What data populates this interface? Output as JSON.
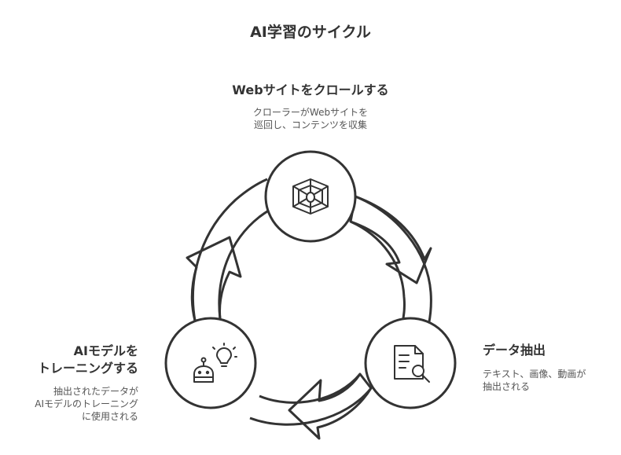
{
  "title": "AI学習のサイクル",
  "steps": [
    {
      "title": [
        "Webサイトをクロールする"
      ],
      "desc": [
        "クローラーがWebサイトを",
        "巡回し、コンテンツを収集"
      ],
      "icon": "spider-web-icon"
    },
    {
      "title": [
        "データ抽出"
      ],
      "desc": [
        "テキスト、画像、動画が",
        "抽出される"
      ],
      "icon": "document-search-icon"
    },
    {
      "title": [
        "AIモデルを",
        "トレーニングする"
      ],
      "desc": [
        "抽出されたデータが",
        "AIモデルのトレーニング",
        "に使用される"
      ],
      "icon": "robot-lightbulb-icon"
    }
  ],
  "colors": {
    "stroke": "#333333",
    "fill": "#ffffff",
    "text": "#333333"
  }
}
